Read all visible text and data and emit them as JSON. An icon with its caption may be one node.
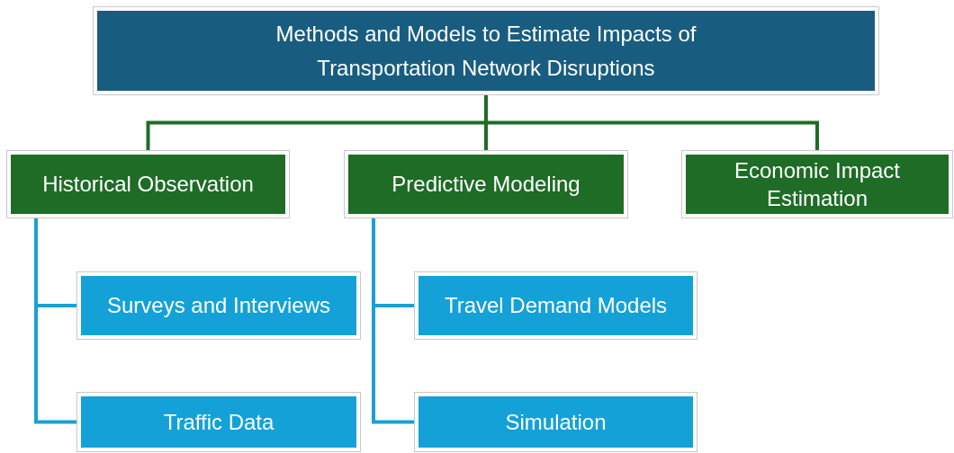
{
  "diagram": {
    "nodes": [
      {
        "text": [
          "Methods and Models to Estimate Impacts of Transportation Network Disruptions"
        ]
      },
      {
        "text": [
          "Historical Observation"
        ]
      },
      {
        "text": [
          "Predictive Modeling"
        ]
      },
      {
        "text": [
          "Economic Impact Estimation"
        ]
      },
      {
        "text": [
          "Surveys and Interviews"
        ]
      },
      {
        "text": [
          "Traffic Data"
        ]
      },
      {
        "text": [
          "Travel Demand Models"
        ]
      },
      {
        "text": [
          "Simulation"
        ]
      }
    ],
    "edges": [
      {
        "from": 0,
        "to": 1,
        "arrow": "none",
        "color": "#1e6c26"
      },
      {
        "from": 0,
        "to": 2,
        "arrow": "none",
        "color": "#1e6c26"
      },
      {
        "from": 0,
        "to": 3,
        "arrow": "none",
        "color": "#1e6c26"
      },
      {
        "from": 1,
        "to": 4,
        "arrow": "none"
      },
      {
        "from": 1,
        "to": 5,
        "arrow": "none"
      },
      {
        "from": 2,
        "to": 6,
        "arrow": "none"
      },
      {
        "from": 2,
        "to": 7,
        "arrow": "none"
      }
    ]
  }
}
